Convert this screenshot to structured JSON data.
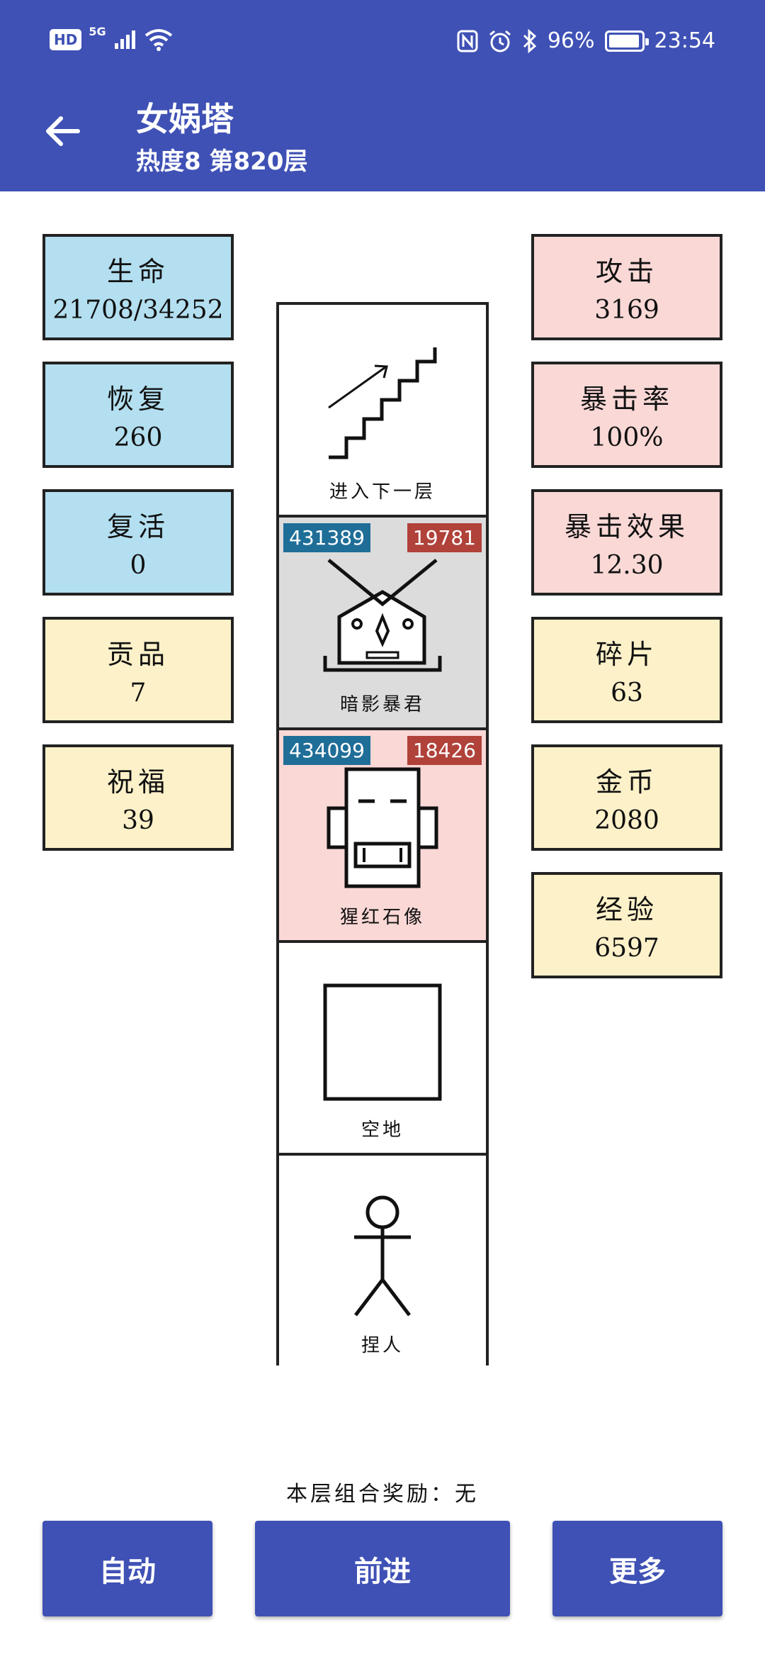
{
  "status_bar": {
    "hd": "HD",
    "network": "5G",
    "battery_text": "96%",
    "time": "23:54"
  },
  "header": {
    "title": "女娲塔",
    "subtitle": "热度8 第820层"
  },
  "left_stats": [
    {
      "label": "生命",
      "value": "21708/34252"
    },
    {
      "label": "恢复",
      "value": "260"
    },
    {
      "label": "复活",
      "value": "0"
    },
    {
      "label": "贡品",
      "value": "7"
    },
    {
      "label": "祝福",
      "value": "39"
    }
  ],
  "right_stats": [
    {
      "label": "攻击",
      "value": "3169"
    },
    {
      "label": "暴击率",
      "value": "100%"
    },
    {
      "label": "暴击效果",
      "value": "12.30"
    },
    {
      "label": "碎片",
      "value": "63"
    },
    {
      "label": "金币",
      "value": "2080"
    },
    {
      "label": "经验",
      "value": "6597"
    }
  ],
  "tower": [
    {
      "name": "进入下一层",
      "icon": "stairs-icon"
    },
    {
      "name": "暗影暴君",
      "icon": "shadow-tyrant-icon",
      "hp": "431389",
      "attack": "19781"
    },
    {
      "name": "猩红石像",
      "icon": "scarlet-statue-icon",
      "hp": "434099",
      "attack": "18426"
    },
    {
      "name": "空地",
      "icon": "empty-square-icon"
    },
    {
      "name": "捏人",
      "icon": "stick-figure-icon"
    }
  ],
  "reward_text": "本层组合奖励：无",
  "buttons": {
    "auto": "自动",
    "forward": "前进",
    "more": "更多"
  },
  "colors": {
    "primary": "#3f51b5",
    "blue_card": "#b3dff0",
    "pink_card": "#f9d8d6",
    "yellow_card": "#fdf1c9",
    "hp_tag": "#1f6e98",
    "attack_tag": "#b0423a",
    "monster_grey": "#dcdcdc",
    "monster_pink": "#f9d8d6"
  }
}
